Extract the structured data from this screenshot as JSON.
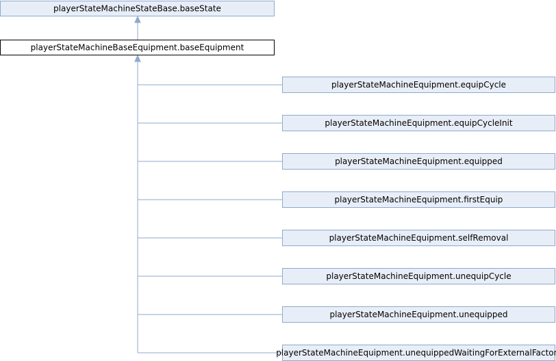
{
  "diagram": {
    "base": {
      "label": "playerStateMachineStateBase.baseState"
    },
    "parent": {
      "label": "playerStateMachineBaseEquipment.baseEquipment"
    },
    "children": [
      {
        "label": "playerStateMachineEquipment.equipCycle"
      },
      {
        "label": "playerStateMachineEquipment.equipCycleInit"
      },
      {
        "label": "playerStateMachineEquipment.equipped"
      },
      {
        "label": "playerStateMachineEquipment.firstEquip"
      },
      {
        "label": "playerStateMachineEquipment.selfRemoval"
      },
      {
        "label": "playerStateMachineEquipment.unequipCycle"
      },
      {
        "label": "playerStateMachineEquipment.unequipped"
      },
      {
        "label": "playerStateMachineEquipment.unequippedWaitingForExternalFactors"
      }
    ],
    "colors": {
      "node_fill": "#e8eef7",
      "node_stroke": "#8fa9cc",
      "current_stroke": "#000000",
      "edge": "#8fa9cc"
    }
  }
}
